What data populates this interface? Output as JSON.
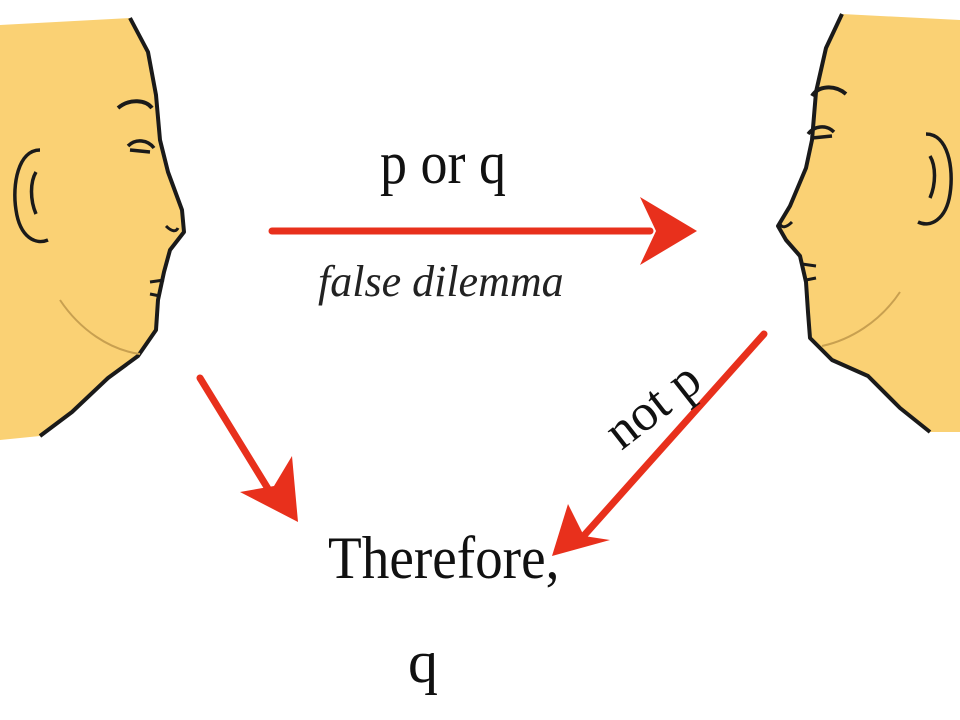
{
  "diagram": {
    "premise": "p or q",
    "fallacy": "false dilemma",
    "minor_premise": "not p",
    "conclusion_line1": "Therefore,",
    "conclusion_line2": "q"
  },
  "colors": {
    "arrow": "#e8301c",
    "face_fill": "#fad174",
    "face_outline": "#1a1a1a",
    "text": "#111111"
  },
  "icons": [
    "face-left-icon",
    "face-right-icon"
  ]
}
